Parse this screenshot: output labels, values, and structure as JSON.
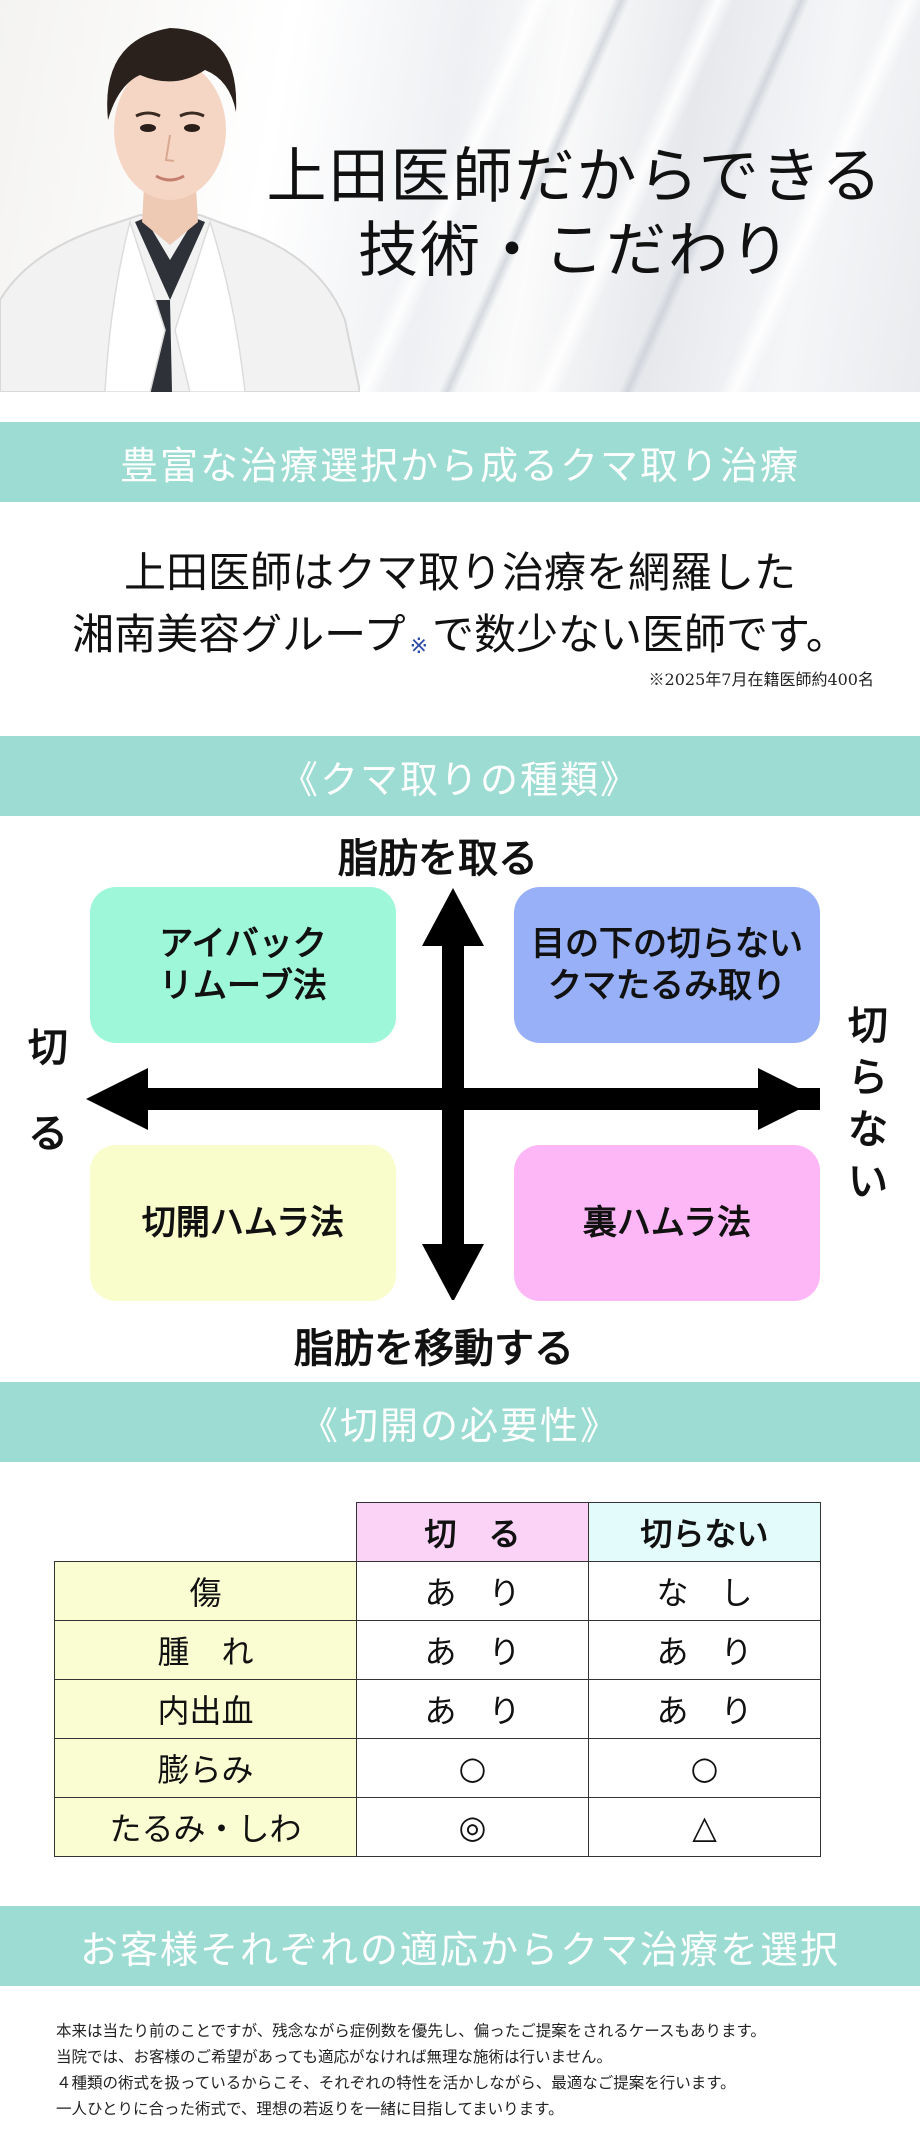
{
  "hero": {
    "title_line1": "上田医師だからできる",
    "title_line2": "技術・こだわり"
  },
  "section1": {
    "heading": "豊富な治療選択から成るクマ取り治療",
    "intro_line1": "上田医師はクマ取り治療を網羅した",
    "intro_line2_a": "湘南美容グループ",
    "intro_mark": "※",
    "intro_line2_b": "で数少ない医師です。",
    "footnote": "※2025年7月在籍医師約400名"
  },
  "section2": {
    "heading": "《クマ取りの種類》",
    "axis_top": "脂肪を取る",
    "axis_bottom": "脂肪を移動する",
    "axis_left_1": "切",
    "axis_left_2": "る",
    "axis_right": [
      "切",
      "ら",
      "な",
      "い"
    ],
    "box_top_left_1": "アイバック",
    "box_top_left_2": "リムーブ法",
    "box_top_right_1": "目の下の切らない",
    "box_top_right_2": "クマたるみ取り",
    "box_bottom_left": "切開ハムラ法",
    "box_bottom_right": "裏ハムラ法",
    "colors": {
      "top_left": "#9ff7d9",
      "top_right": "#98b0f7",
      "bottom_left": "#f9fccb",
      "bottom_right": "#fdb7f6"
    }
  },
  "section3": {
    "heading": "《切開の必要性》",
    "col_cut": "切　る",
    "col_nocut": "切らない",
    "rows": [
      {
        "label": "傷",
        "cut": "あ　り",
        "nocut": "な　し"
      },
      {
        "label": "腫　れ",
        "cut": "あ　り",
        "nocut": "あ　り"
      },
      {
        "label": "内出血",
        "cut": "あ　り",
        "nocut": "あ　り"
      },
      {
        "label": "膨らみ",
        "cut": "○",
        "nocut": "○"
      },
      {
        "label": "たるみ・しわ",
        "cut": "◎",
        "nocut": "△"
      }
    ]
  },
  "section4": {
    "heading": "お客様それぞれの適応からクマ治療を選択",
    "lines": [
      "本来は当たり前のことですが、残念ながら症例数を優先し、偏ったご提案をされるケースもあります。",
      "当院では、お客様のご希望があっても適応がなければ無理な施術は行いません。",
      "４種類の術式を扱っているからこそ、それぞれの特性を活かしながら、最適なご提案を行います。",
      "一人ひとりに合った術式で、理想の若返りを一緒に目指してまいります。"
    ]
  },
  "theme": {
    "bar_color": "#9ddcd2"
  }
}
